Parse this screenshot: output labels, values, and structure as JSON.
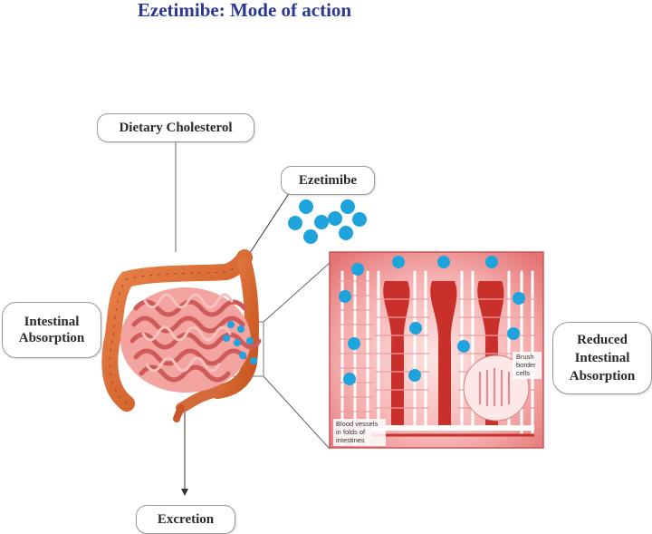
{
  "title": "Ezetimibe: Mode of action",
  "labels": {
    "dietary_cholesterol": "Dietary Cholesterol",
    "ezetimibe": "Ezetimibe",
    "intestinal_absorption_line1": "Intestinal",
    "intestinal_absorption_line2": "Absorption",
    "reduced_line1": "Reduced",
    "reduced_line2": "Intestinal",
    "reduced_line3": "Absorption",
    "excretion": "Excretion",
    "brush_border_line1": "Brush",
    "brush_border_line2": "border",
    "brush_border_line3": "cells",
    "blood_vessels_line1": "Blood vessels",
    "blood_vessels_line2": "in folds of",
    "blood_vessels_line3": "intestines"
  },
  "colors": {
    "title": "#2b3990",
    "ezetimibe_dot": "#1fa3dd",
    "intestine_large": "#d9682e",
    "intestine_small": "#e98c8c",
    "villi_bg": "#f4a7a7",
    "villi_core": "#c9302c"
  }
}
